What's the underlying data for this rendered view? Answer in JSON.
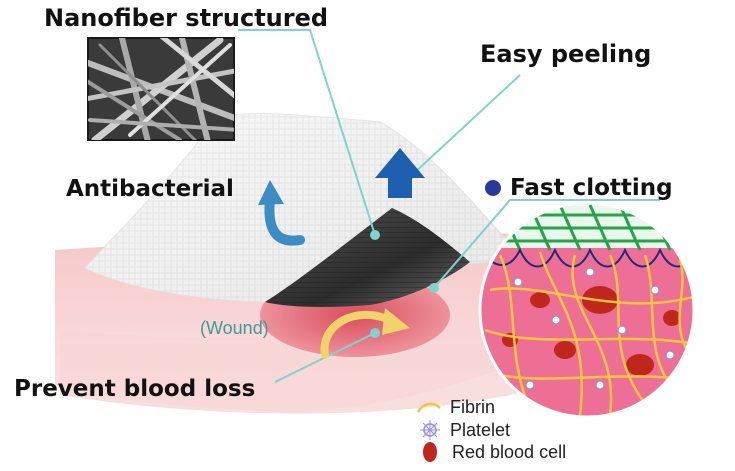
{
  "labels": {
    "nanofiber": "Nanofiber structured",
    "easy_peeling": "Easy peeling",
    "antibacterial": "Antibacterial",
    "fast_clotting": "Fast clotting",
    "prevent_blood_loss": "Prevent blood loss",
    "wound": "(Wound)"
  },
  "legend": {
    "fibrin": "Fibrin",
    "platelet": "Platelet",
    "red_blood_cell": "Red blood cell"
  },
  "colors": {
    "callout_line": "#7fd3cc",
    "arrow_blue": "#1f5fb0",
    "antibacterial_arrow": "#3d8cc4",
    "wound_arrow": "#f2d36b",
    "fibrin": "#f5c542",
    "rbc": "#c0271c",
    "tissue_pink": "#f0a8a8",
    "circle_bg": "#ee6f95",
    "mesh_green": "#27a34a",
    "fiber_navy": "#1f2a7a",
    "bullet": "#2b3a9a"
  }
}
